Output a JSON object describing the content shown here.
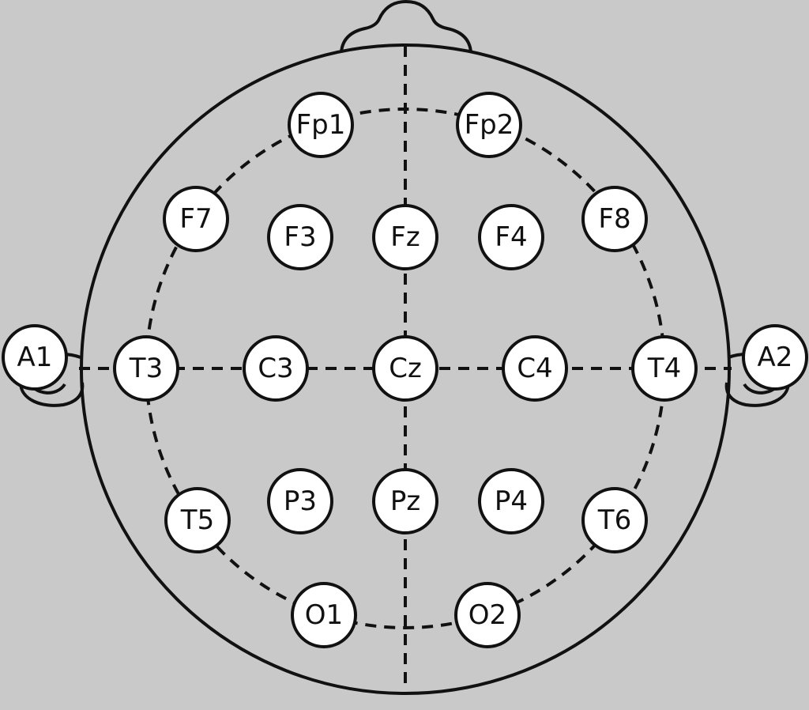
{
  "colors": {
    "background": "#c9c9c9",
    "stroke": "#111111",
    "electrode_fill": "#ffffff"
  },
  "electrodes": [
    {
      "id": "fp1",
      "label": "Fp1"
    },
    {
      "id": "fp2",
      "label": "Fp2"
    },
    {
      "id": "f7",
      "label": "F7"
    },
    {
      "id": "f3",
      "label": "F3"
    },
    {
      "id": "fz",
      "label": "Fz"
    },
    {
      "id": "f4",
      "label": "F4"
    },
    {
      "id": "f8",
      "label": "F8"
    },
    {
      "id": "a1",
      "label": "A1"
    },
    {
      "id": "t3",
      "label": "T3"
    },
    {
      "id": "c3",
      "label": "C3"
    },
    {
      "id": "cz",
      "label": "Cz"
    },
    {
      "id": "c4",
      "label": "C4"
    },
    {
      "id": "t4",
      "label": "T4"
    },
    {
      "id": "a2",
      "label": "A2"
    },
    {
      "id": "t5",
      "label": "T5"
    },
    {
      "id": "p3",
      "label": "P3"
    },
    {
      "id": "pz",
      "label": "Pz"
    },
    {
      "id": "p4",
      "label": "P4"
    },
    {
      "id": "t6",
      "label": "T6"
    },
    {
      "id": "o1",
      "label": "O1"
    },
    {
      "id": "o2",
      "label": "O2"
    }
  ]
}
